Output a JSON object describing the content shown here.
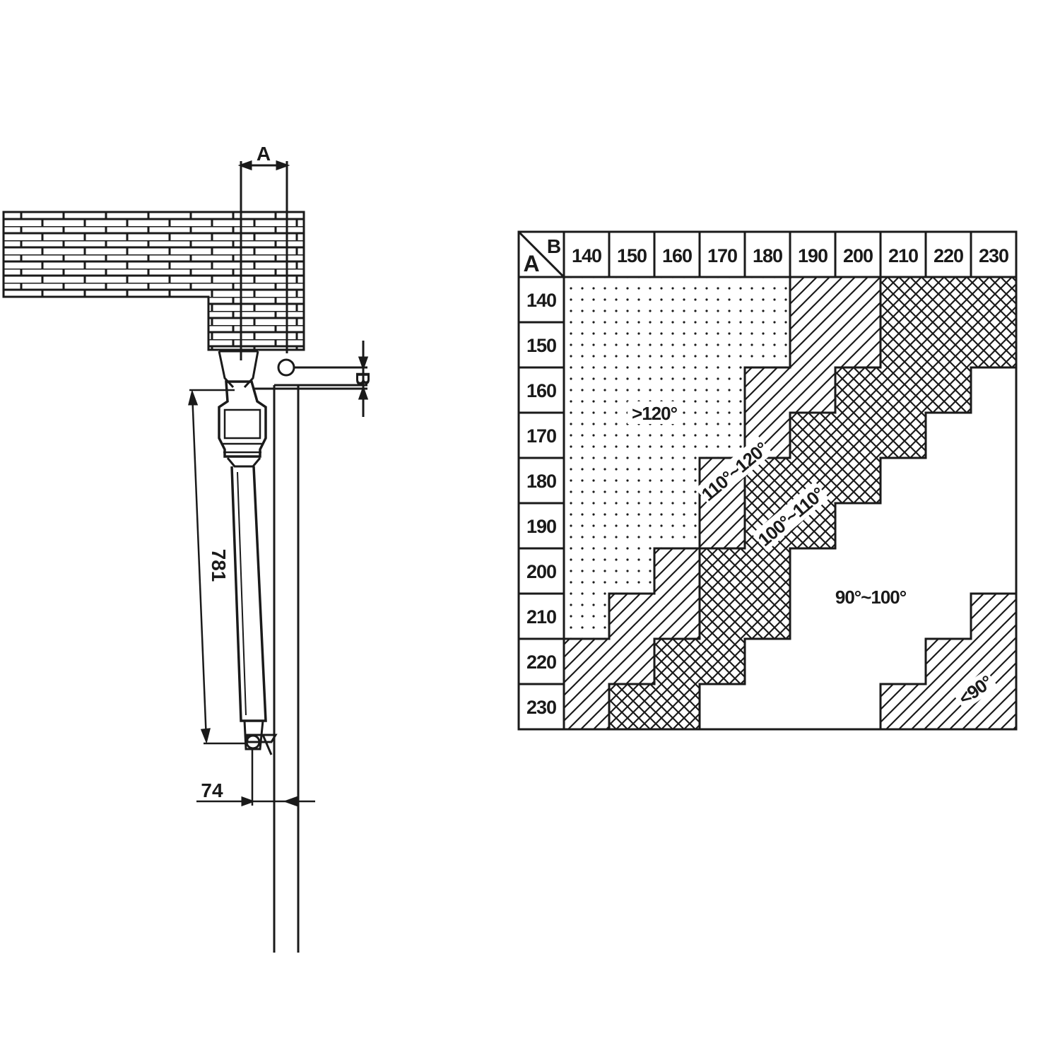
{
  "diagram": {
    "colors": {
      "ink": "#1a1a1a",
      "background": "#ffffff"
    },
    "dimensions": {
      "a": "A",
      "b": "B",
      "length": "781",
      "offset": "74"
    },
    "table": {
      "corner_b": "B",
      "corner_a": "A",
      "b_headers": [
        "140",
        "150",
        "160",
        "170",
        "180",
        "190",
        "200",
        "210",
        "220",
        "230"
      ],
      "a_headers": [
        "140",
        "150",
        "160",
        "170",
        "180",
        "190",
        "200",
        "210",
        "220",
        "230"
      ],
      "zones": {
        "gt120": ">120°",
        "z110_120": "110°~120°",
        "z100_110": "100°~110°",
        "z90_100": "90°~100°",
        "lt90": "<90°"
      }
    }
  }
}
